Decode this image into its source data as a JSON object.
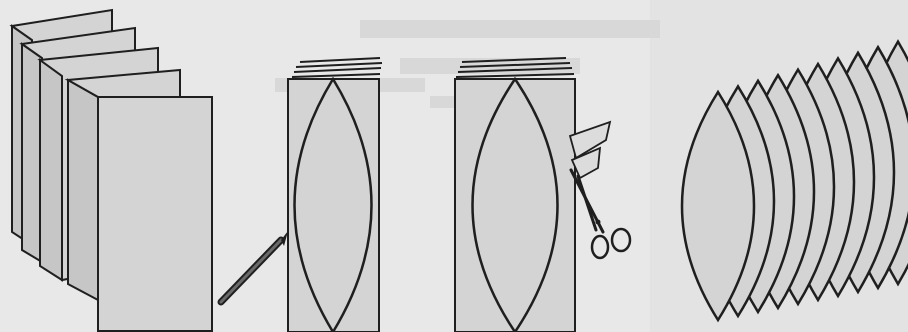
{
  "colors": {
    "background": "#e8e8e8",
    "paper": "#d4d4d4",
    "paper_light": "#dcdcdc",
    "outline": "#1f1f1f",
    "pencil": "#6a6a6a",
    "ghost_print": "#c8c8c8"
  },
  "steps": [
    {
      "id": "fold",
      "icon": "accordion-folded-paper-icon"
    },
    {
      "id": "mark",
      "icon": "pencil-icon"
    },
    {
      "id": "cut",
      "icon": "scissors-icon"
    },
    {
      "id": "result",
      "icon": "fanned-lens-shapes-icon"
    }
  ]
}
